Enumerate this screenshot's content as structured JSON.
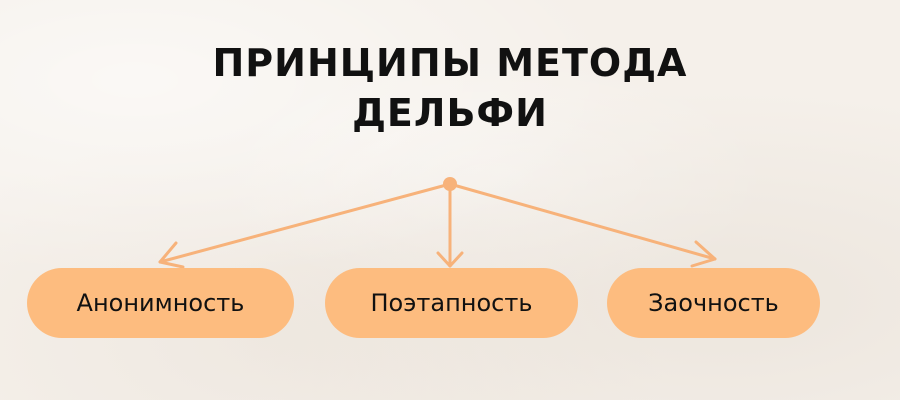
{
  "title": {
    "line1": "ПРИНЦИПЫ МЕТОДА",
    "line2": "ДЕЛЬФИ"
  },
  "principles": [
    {
      "label": "Анонимность"
    },
    {
      "label": "Поэтапность"
    },
    {
      "label": "Заочность"
    }
  ],
  "colors": {
    "accent": "#fdbc7f",
    "connector": "#f7b27a",
    "text": "#111111",
    "background": "#f5f0ea"
  }
}
